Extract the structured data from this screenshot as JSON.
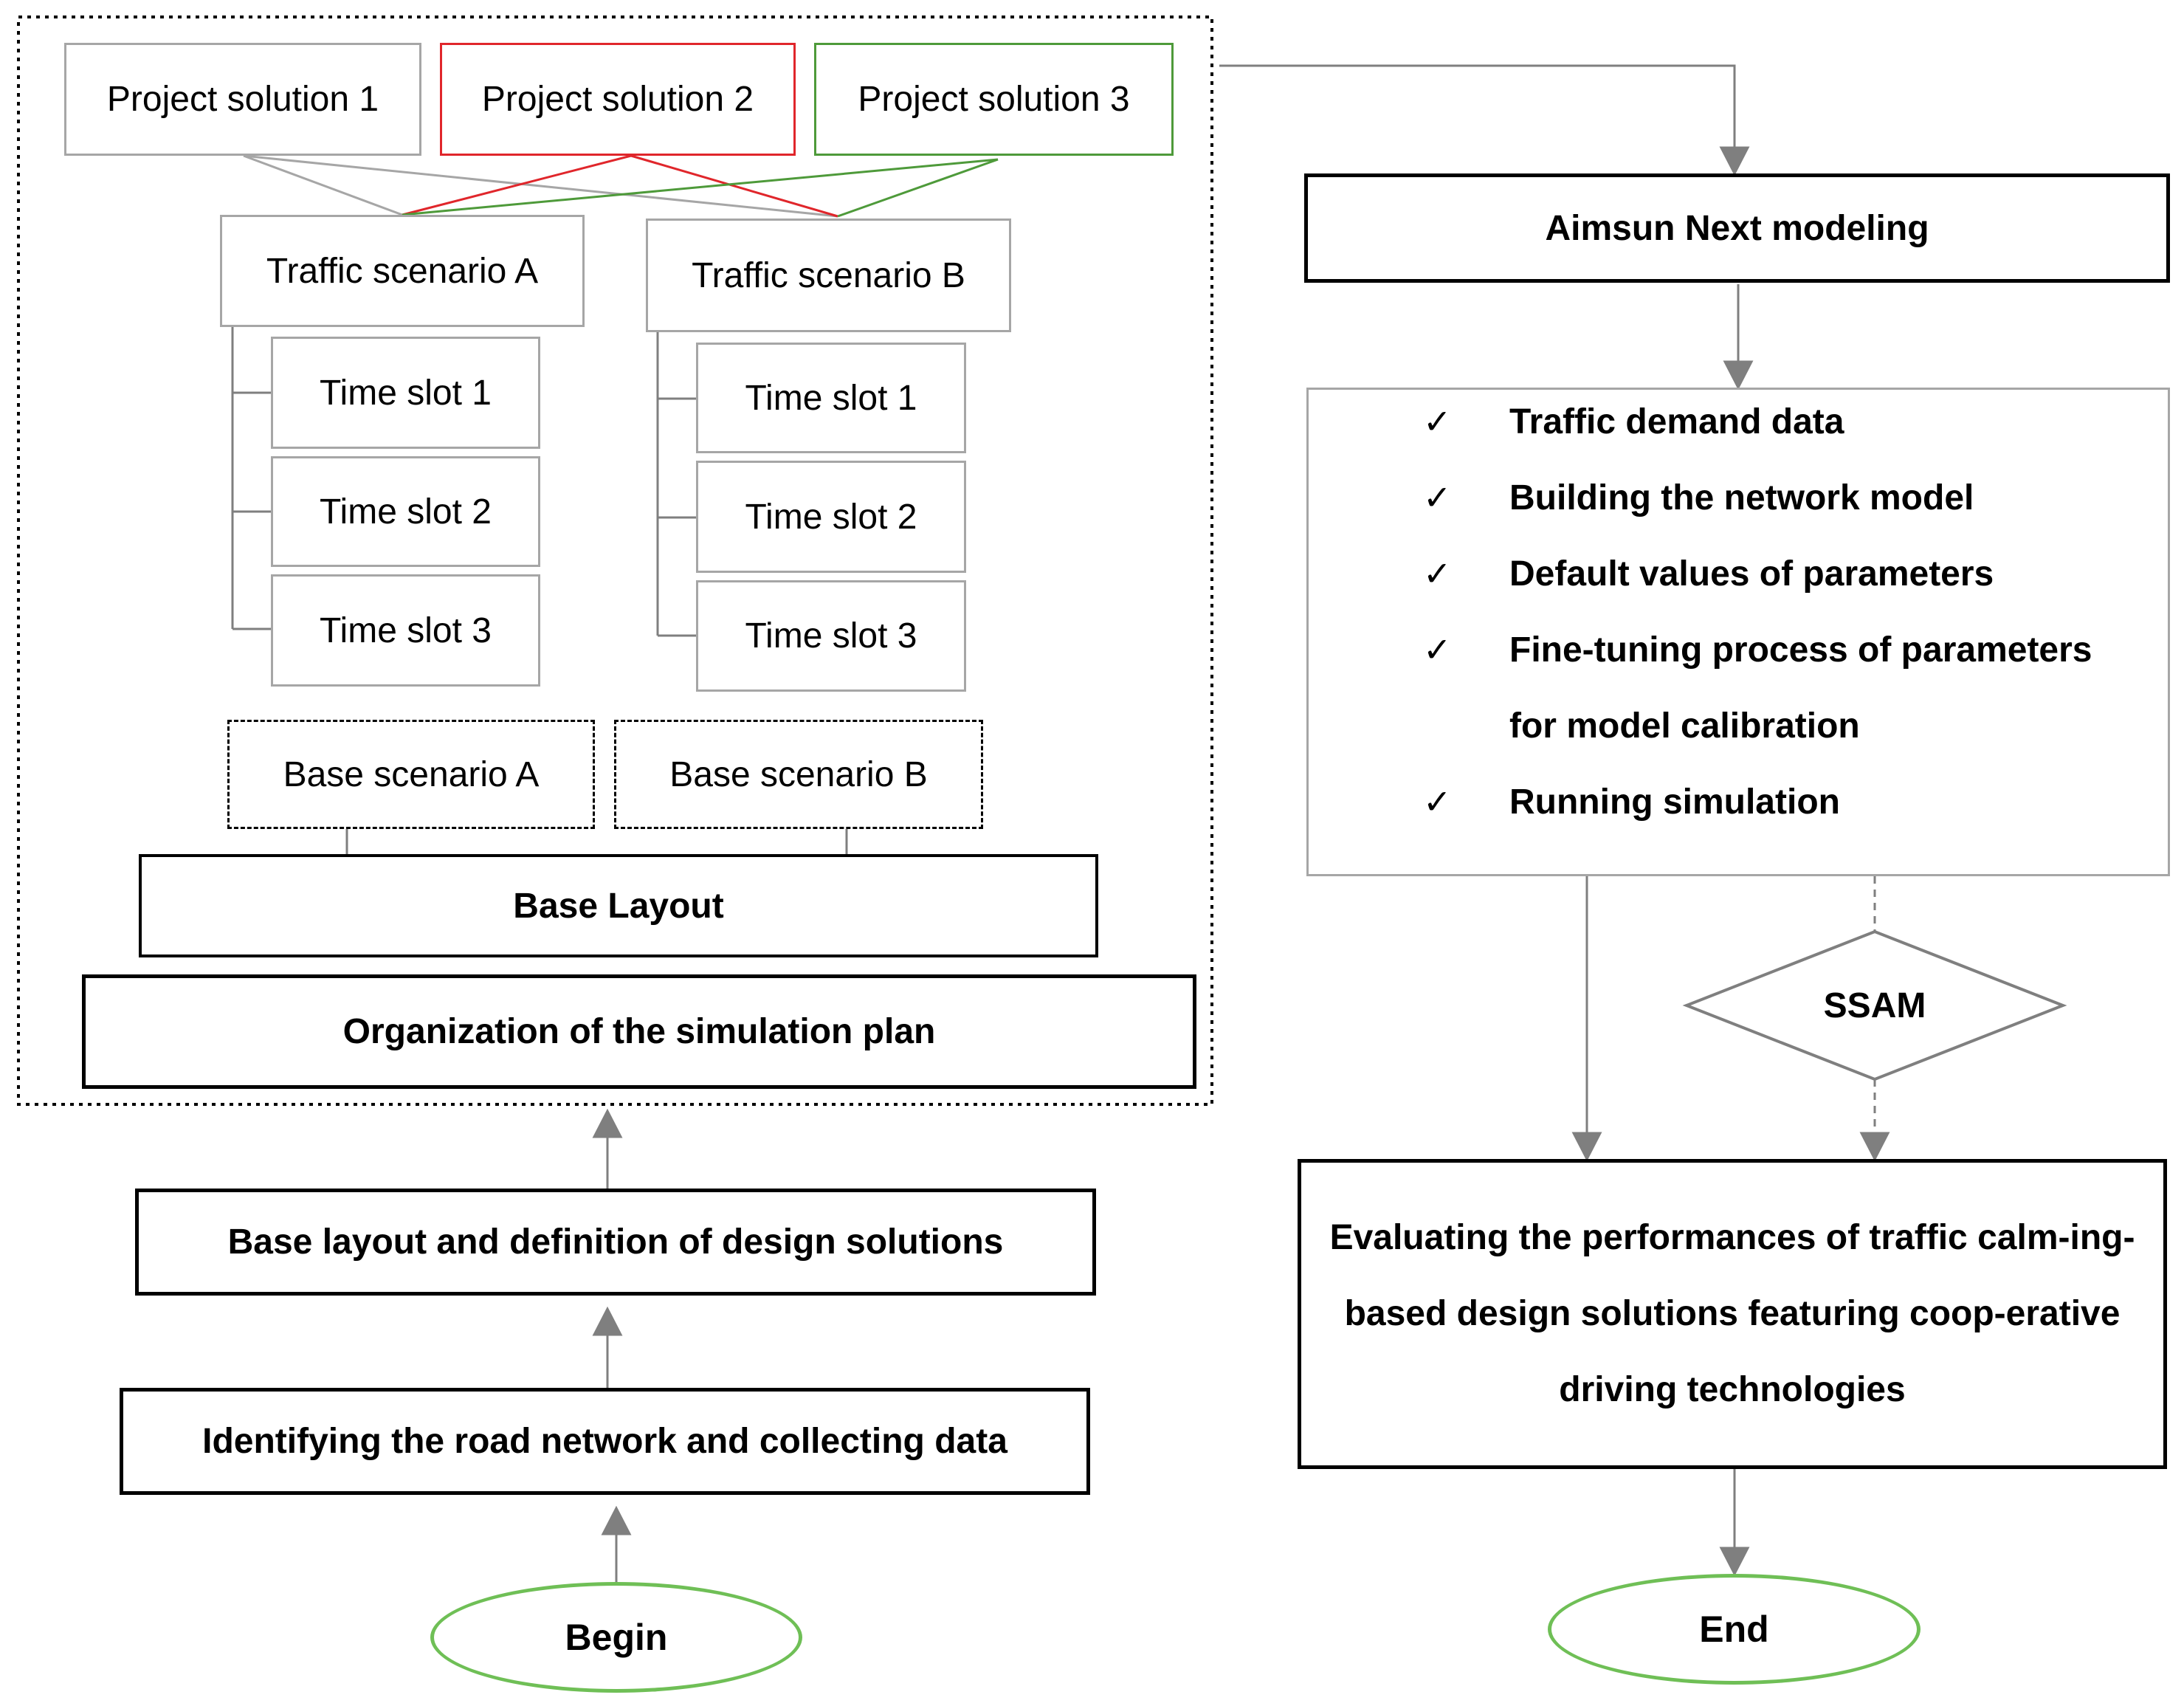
{
  "project_solutions": [
    "Project solution 1",
    "Project solution 2",
    "Project solution 3"
  ],
  "traffic_scenarios": [
    {
      "label": "Traffic scenario A",
      "time_slots": [
        "Time slot 1",
        "Time slot 2",
        "Time slot 3"
      ]
    },
    {
      "label": "Traffic scenario B",
      "time_slots": [
        "Time slot 1",
        "Time slot 2",
        "Time slot 3"
      ]
    }
  ],
  "base_scenarios": [
    "Base scenario A",
    "Base scenario B"
  ],
  "base_layout": "Base Layout",
  "organization": "Organization of the simulation plan",
  "design_solutions": "Base layout and definition of design solutions",
  "identifying": "Identifying the road network and collecting data",
  "begin": "Begin",
  "aimsun": "Aimsun Next modeling",
  "checklist": {
    "mark": "✓",
    "items": [
      "Traffic demand data",
      "Building the network model",
      "Default values of parameters",
      "Fine-tuning process of parameters for model calibration",
      "Running simulation"
    ]
  },
  "ssam": "SSAM",
  "evaluating": "Evaluating the performances of traffic calm-ing-based design solutions featuring coop-erative driving technologies",
  "end": "End",
  "colors": {
    "solution_1": "#a6a6a6",
    "solution_2": "#e0262b",
    "solution_3": "#4e9a3a",
    "oval": "#6fbf56"
  }
}
